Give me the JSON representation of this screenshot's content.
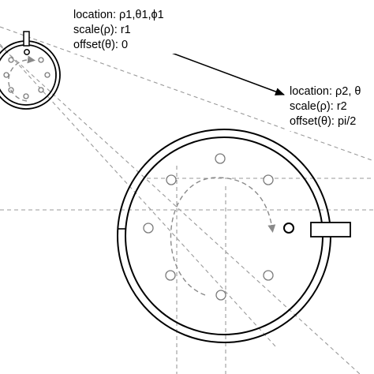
{
  "diagram": {
    "small_annotation": {
      "location": "location: ρ1,θ1,ϕ1",
      "scale": "scale(ρ): r1",
      "offset": "offset(θ): 0"
    },
    "large_annotation": {
      "location": "location: ρ2, θ",
      "scale": "scale(ρ): r2",
      "offset": "offset(θ): pi/2"
    },
    "colors": {
      "line": "#000000",
      "guide": "#9a9a9a",
      "hole_stroke": "#7a7a7a"
    }
  }
}
